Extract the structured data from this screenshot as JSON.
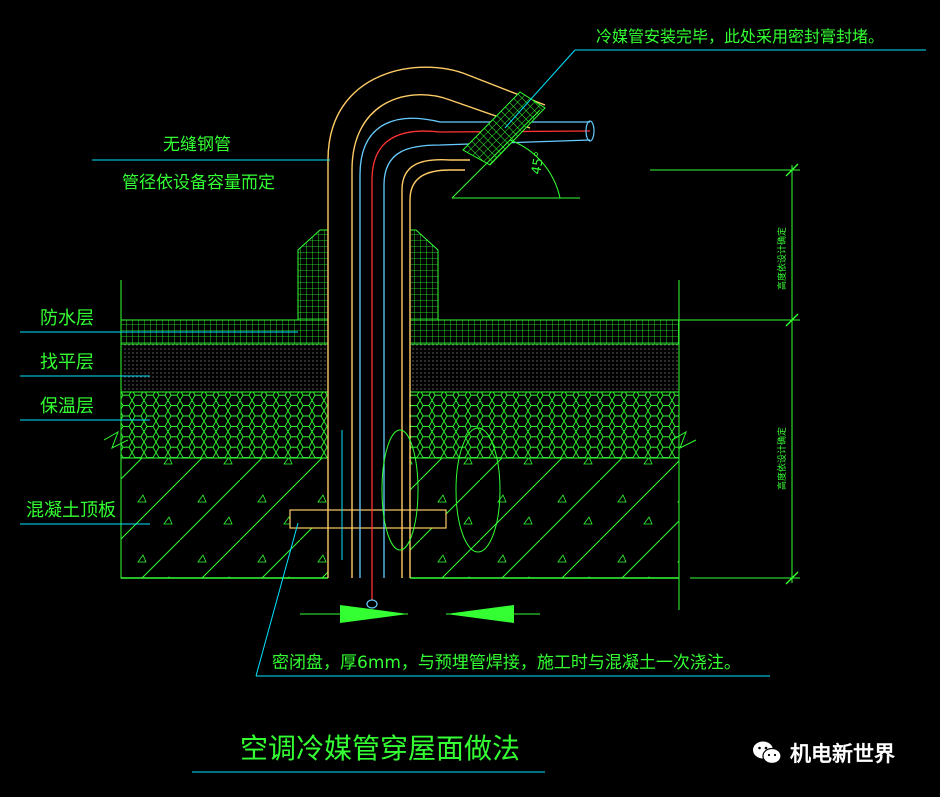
{
  "labels": {
    "top_note": "冷媒管安装完毕，此处采用密封膏封堵。",
    "pipe_name": "无缝钢管",
    "pipe_note": "管径依设备容量而定",
    "angle": "45°",
    "layer_waterproof": "防水层",
    "layer_leveling": "找平层",
    "layer_insulation": "保温层",
    "layer_concrete": "混凝土顶板",
    "bottom_note": "密闭盘，厚6mm，与预埋管焊接，施工时与混凝土一次浇注。",
    "dim_upper": "高度依设计确定",
    "dim_lower": "高度依设计确定"
  },
  "title": "空调冷媒管穿屋面做法",
  "watermark": {
    "text": "机电新世界",
    "icon": "wechat-icon"
  },
  "colors": {
    "background": "#000000",
    "lines": "#33ff33",
    "text": "#33ff33",
    "leader": "#00e5ff",
    "pipe_outer": "#ffcc66",
    "pipe_inner": "#66ccff",
    "refrigerant": "#ff3333"
  }
}
